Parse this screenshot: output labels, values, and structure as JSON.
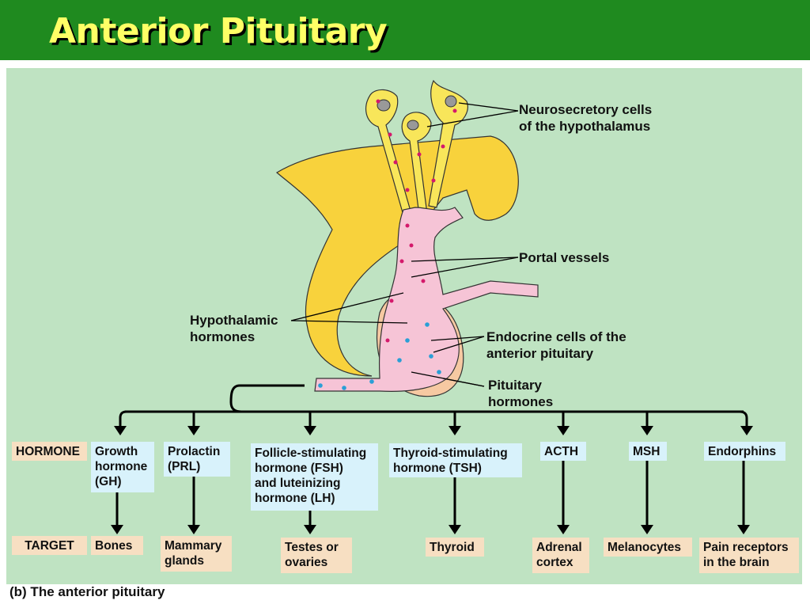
{
  "slide": {
    "title": "Anterior Pituitary"
  },
  "labels": {
    "neurosecretory": "Neurosecretory cells\nof the hypothalamus",
    "portal": "Portal vessels",
    "hypothalamic": "Hypothalamic\nhormones",
    "endocrine": "Endocrine cells of the\nanterior pituitary",
    "pituitary_hormones": "Pituitary\nhormones"
  },
  "table": {
    "hormone_label": "HORMONE",
    "target_label": "TARGET",
    "columns": [
      {
        "hormone": "Growth\nhormone\n(GH)",
        "target": "Bones"
      },
      {
        "hormone": "Prolactin\n(PRL)",
        "target": "Mammary\nglands"
      },
      {
        "hormone": "Follicle-stimulating\nhormone (FSH)\nand luteinizing\nhormone (LH)",
        "target": "Testes or\novaries"
      },
      {
        "hormone": "Thyroid-stimulating\nhormone (TSH)",
        "target": "Thyroid"
      },
      {
        "hormone": "ACTH",
        "target": "Adrenal\ncortex"
      },
      {
        "hormone": "MSH",
        "target": "Melanocytes"
      },
      {
        "hormone": "Endorphins",
        "target": "Pain receptors\nin the brain"
      }
    ]
  },
  "caption": "(b) The anterior pituitary",
  "colors": {
    "title_bg": "#1f8a1f",
    "title_text": "#ffff66",
    "panel_bg": "#bfe3c2",
    "hormone_box": "#d8f2fb",
    "target_box": "#f7dfc2"
  }
}
